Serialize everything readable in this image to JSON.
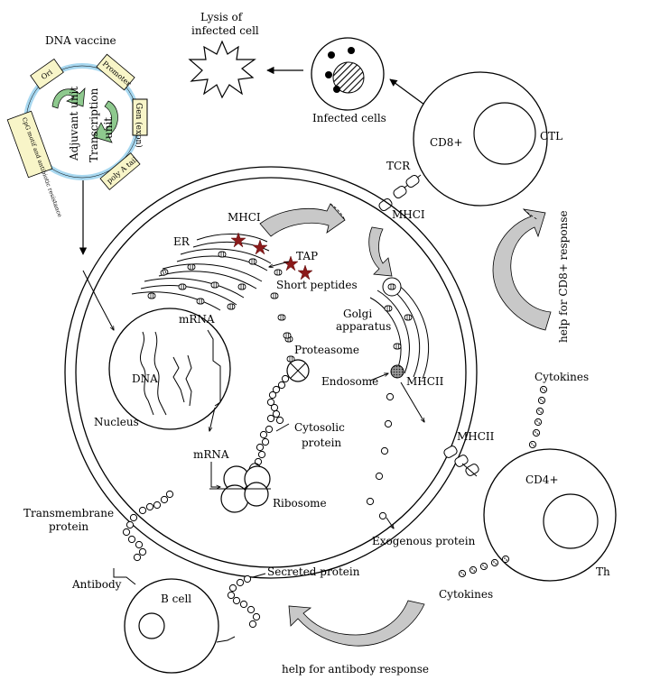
{
  "labels": {
    "dna_vaccine": "DNA vaccine",
    "lysis": [
      "Lysis of",
      "infected cell"
    ],
    "infected_cells": "Infected cells",
    "cd8": "CD8+",
    "ctl": "CTL",
    "tcr": "TCR",
    "mhci_top": "MHCI",
    "mhci_right": "MHCI",
    "er": "ER",
    "tap": "TAP",
    "short_peptides": "Short peptides",
    "golgi": [
      "Golgi",
      "apparatus"
    ],
    "mrna_nucleus": "mRNA",
    "dna": "DNA",
    "nucleus": "Nucleus",
    "proteasome": "Proteasome",
    "endosome": "Endosome",
    "mhcii_mid": "MHCII",
    "cytokines_top": "Cytokines",
    "cytosolic_protein": [
      "Cytosolic",
      "protein"
    ],
    "mrna_cyto": "mRNA",
    "ribosome": "Ribosome",
    "mhcii_low": "MHCII",
    "cd4": "CD4+",
    "th": "Th",
    "transmembrane": [
      "Transmembrane",
      "protein"
    ],
    "exogenous_protein": "Exogenous protein",
    "antibody": "Antibody",
    "secreted_protein": "Secreted protein",
    "b_cell": "B cell",
    "cytokines_bottom": "Cytokines",
    "help_antibody": "help for antibody response",
    "help_cd8": "help for CD8+ response"
  },
  "plasmid": {
    "adjuvant_unit": "Adjuvant unit",
    "transcription_unit": [
      "Transcription",
      "unit"
    ],
    "segments": [
      "Ori",
      "Promoter",
      "Gen (exon)",
      "poly A tail",
      "CpG motif and antibiotic resistance"
    ]
  },
  "colors": {
    "plasmid_box": "#f8f5c8",
    "plasmid_ring": "#a8d8f0",
    "plasmid_arrow": "#8ec98e",
    "star": "#8b1a1a",
    "gray_arrow": "#c8c8c8"
  }
}
